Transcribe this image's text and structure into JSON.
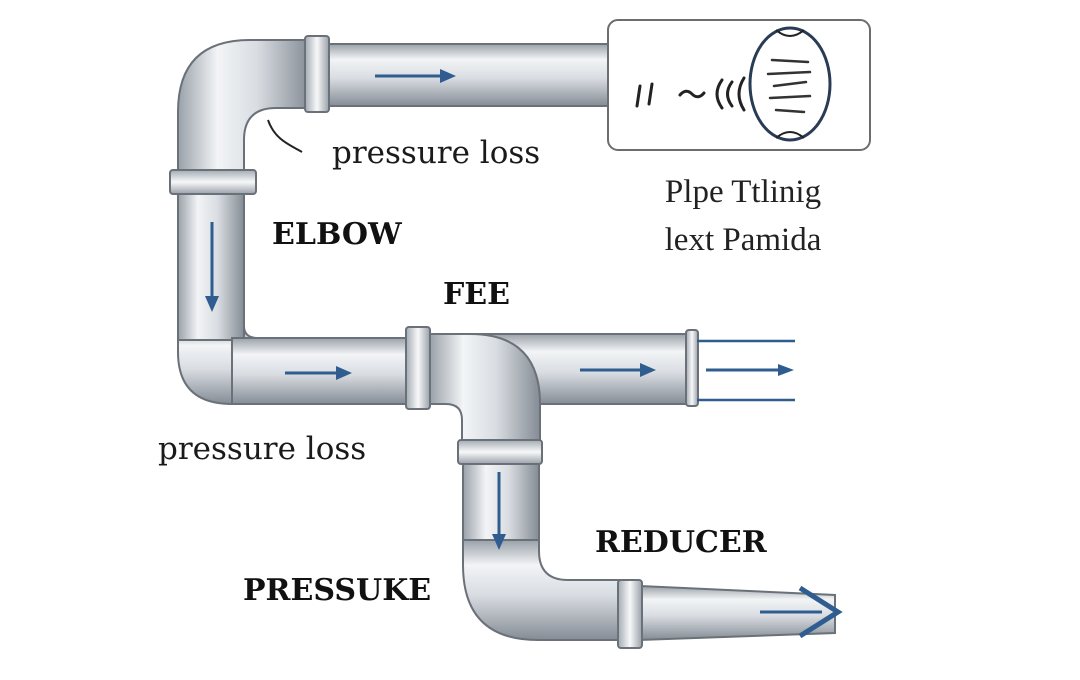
{
  "diagram": {
    "labels": {
      "pressure_loss_top": "pressure loss",
      "pressure_loss_left": "pressure loss",
      "elbow": "ELBOW",
      "tee": "FEE",
      "reducer": "REDUCER",
      "pressure": "PRESSUKE",
      "panel_caption_line1": "Plpe Ttlinig",
      "panel_caption_line2": "lext Pamida"
    },
    "colors": {
      "pipe_light": "#eef0f3",
      "pipe_mid": "#c9ced5",
      "pipe_dark": "#8e959e",
      "pipe_outline": "#6b7179",
      "flow_arrow": "#2f5d8f",
      "panel_border": "#6d6d6d"
    },
    "icons": {
      "flow": "flow-arrow-icon",
      "gauge": "gauge-icon",
      "sound_waves": "sound-waves-icon"
    }
  }
}
